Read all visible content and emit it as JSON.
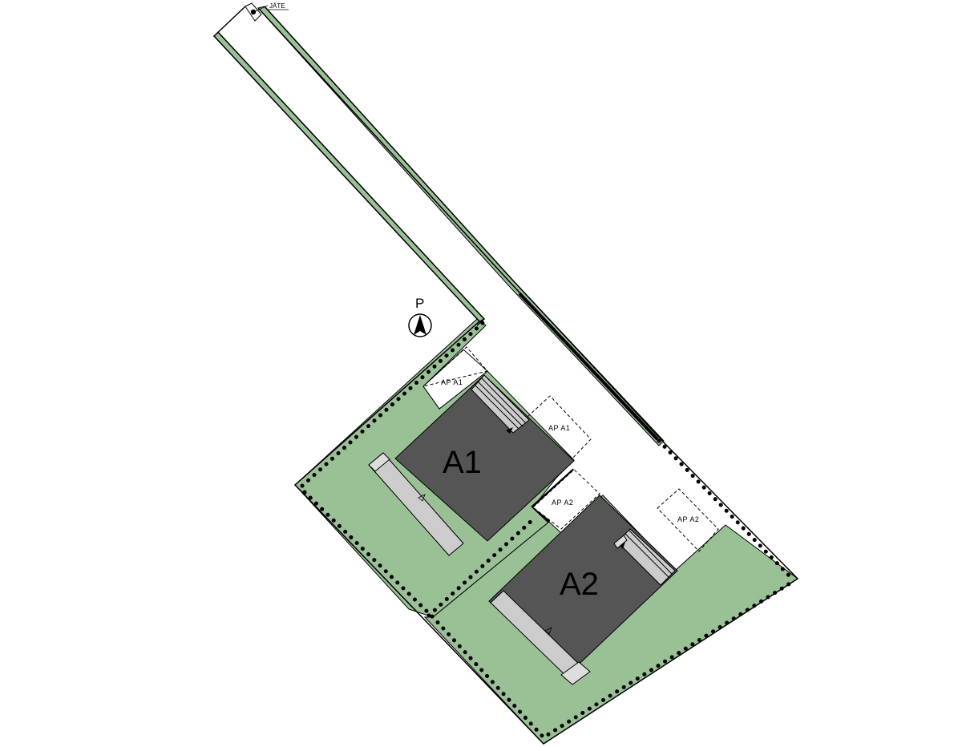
{
  "colors": {
    "garden": "#9ac096",
    "building": "#555555",
    "terrace": "#cccccc",
    "outline": "#000000",
    "background": "#ffffff"
  },
  "compass": {
    "letter": "P",
    "icon": "north-arrow-icon"
  },
  "waste_point": {
    "label": "JÄTE"
  },
  "buildings": [
    {
      "id": "A1",
      "label": "A1"
    },
    {
      "id": "A2",
      "label": "A2"
    }
  ],
  "parking": [
    {
      "label": "AP A1"
    },
    {
      "label": "AP A1"
    },
    {
      "label": "AP A2"
    },
    {
      "label": "AP A2"
    }
  ]
}
